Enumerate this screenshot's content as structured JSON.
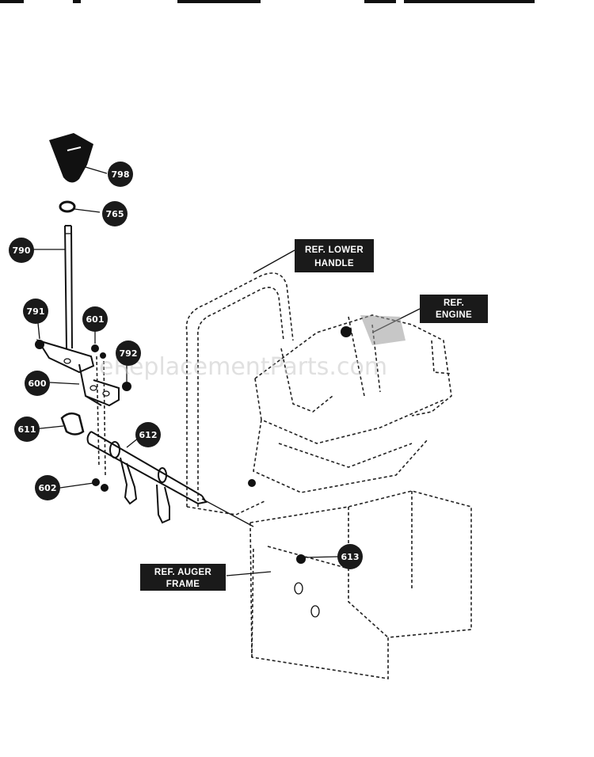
{
  "watermark": "eReplacementParts.com",
  "callouts": [
    "798",
    "765",
    "790",
    "791",
    "601",
    "792",
    "600",
    "611",
    "612",
    "602",
    "613"
  ],
  "reference_labels": {
    "lower_handle": [
      "REF. LOWER",
      "HANDLE"
    ],
    "engine": [
      "REF.",
      "ENGINE"
    ],
    "auger_frame": [
      "REF. AUGER",
      "FRAME"
    ]
  },
  "colors": {
    "ink": "#111111",
    "callout_fill": "#1a1a1a",
    "label_fill": "#1a1a1a",
    "watermark": "#c8c8c8"
  }
}
